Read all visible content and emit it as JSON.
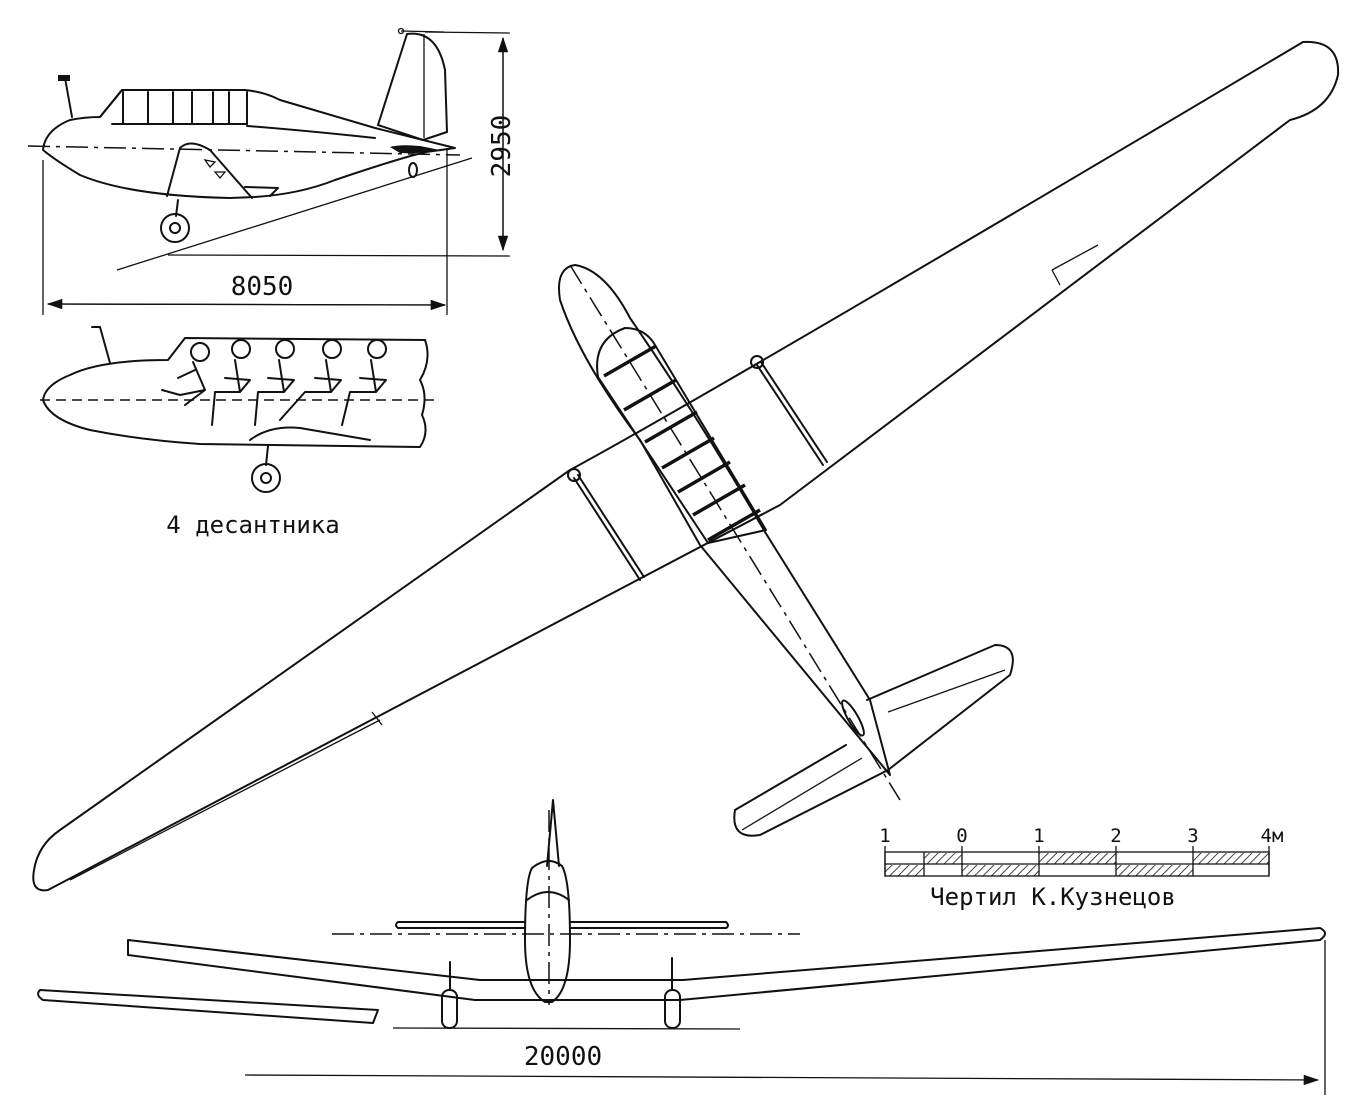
{
  "dimensions": {
    "height": "2950",
    "length": "8050",
    "span": "20000"
  },
  "cutaway_caption": "4 десантника",
  "scale_bar": {
    "labels": [
      "1",
      "0",
      "1",
      "2",
      "3",
      "4м"
    ]
  },
  "author_credit": "Чертил К.Кузнецов",
  "colors": {
    "ink": "#111111",
    "paper": "#ffffff"
  }
}
